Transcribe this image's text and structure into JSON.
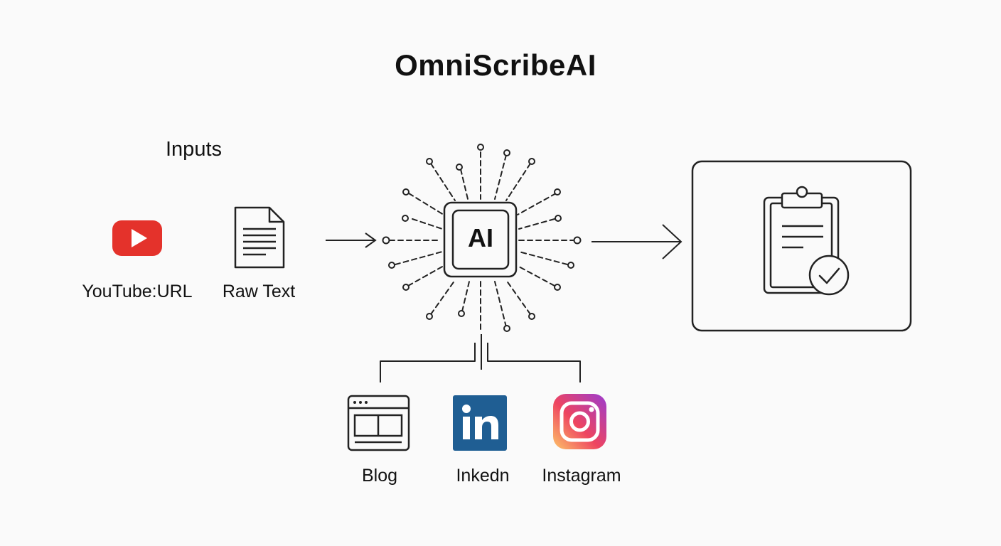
{
  "title": "OmniScribeAI",
  "inputs": {
    "heading": "Inputs",
    "items": [
      {
        "label": "YouTube:URL",
        "icon": "youtube-icon"
      },
      {
        "label": "Raw Text",
        "icon": "document-icon"
      }
    ]
  },
  "processor": {
    "label": "AI",
    "icon": "ai-chip-icon"
  },
  "output": {
    "icon": "clipboard-check-icon"
  },
  "channels": [
    {
      "label": "Blog",
      "icon": "browser-window-icon"
    },
    {
      "label": "Inkedn",
      "icon": "linkedin-icon"
    },
    {
      "label": "Instagram",
      "icon": "instagram-icon"
    }
  ],
  "colors": {
    "youtube_red": "#e4322b",
    "linkedin_blue": "#1f5e93",
    "instagram_gradient": [
      "#fdc468",
      "#e1306c",
      "#9b3bd0"
    ],
    "line": "#222222",
    "background": "#fafafa"
  }
}
